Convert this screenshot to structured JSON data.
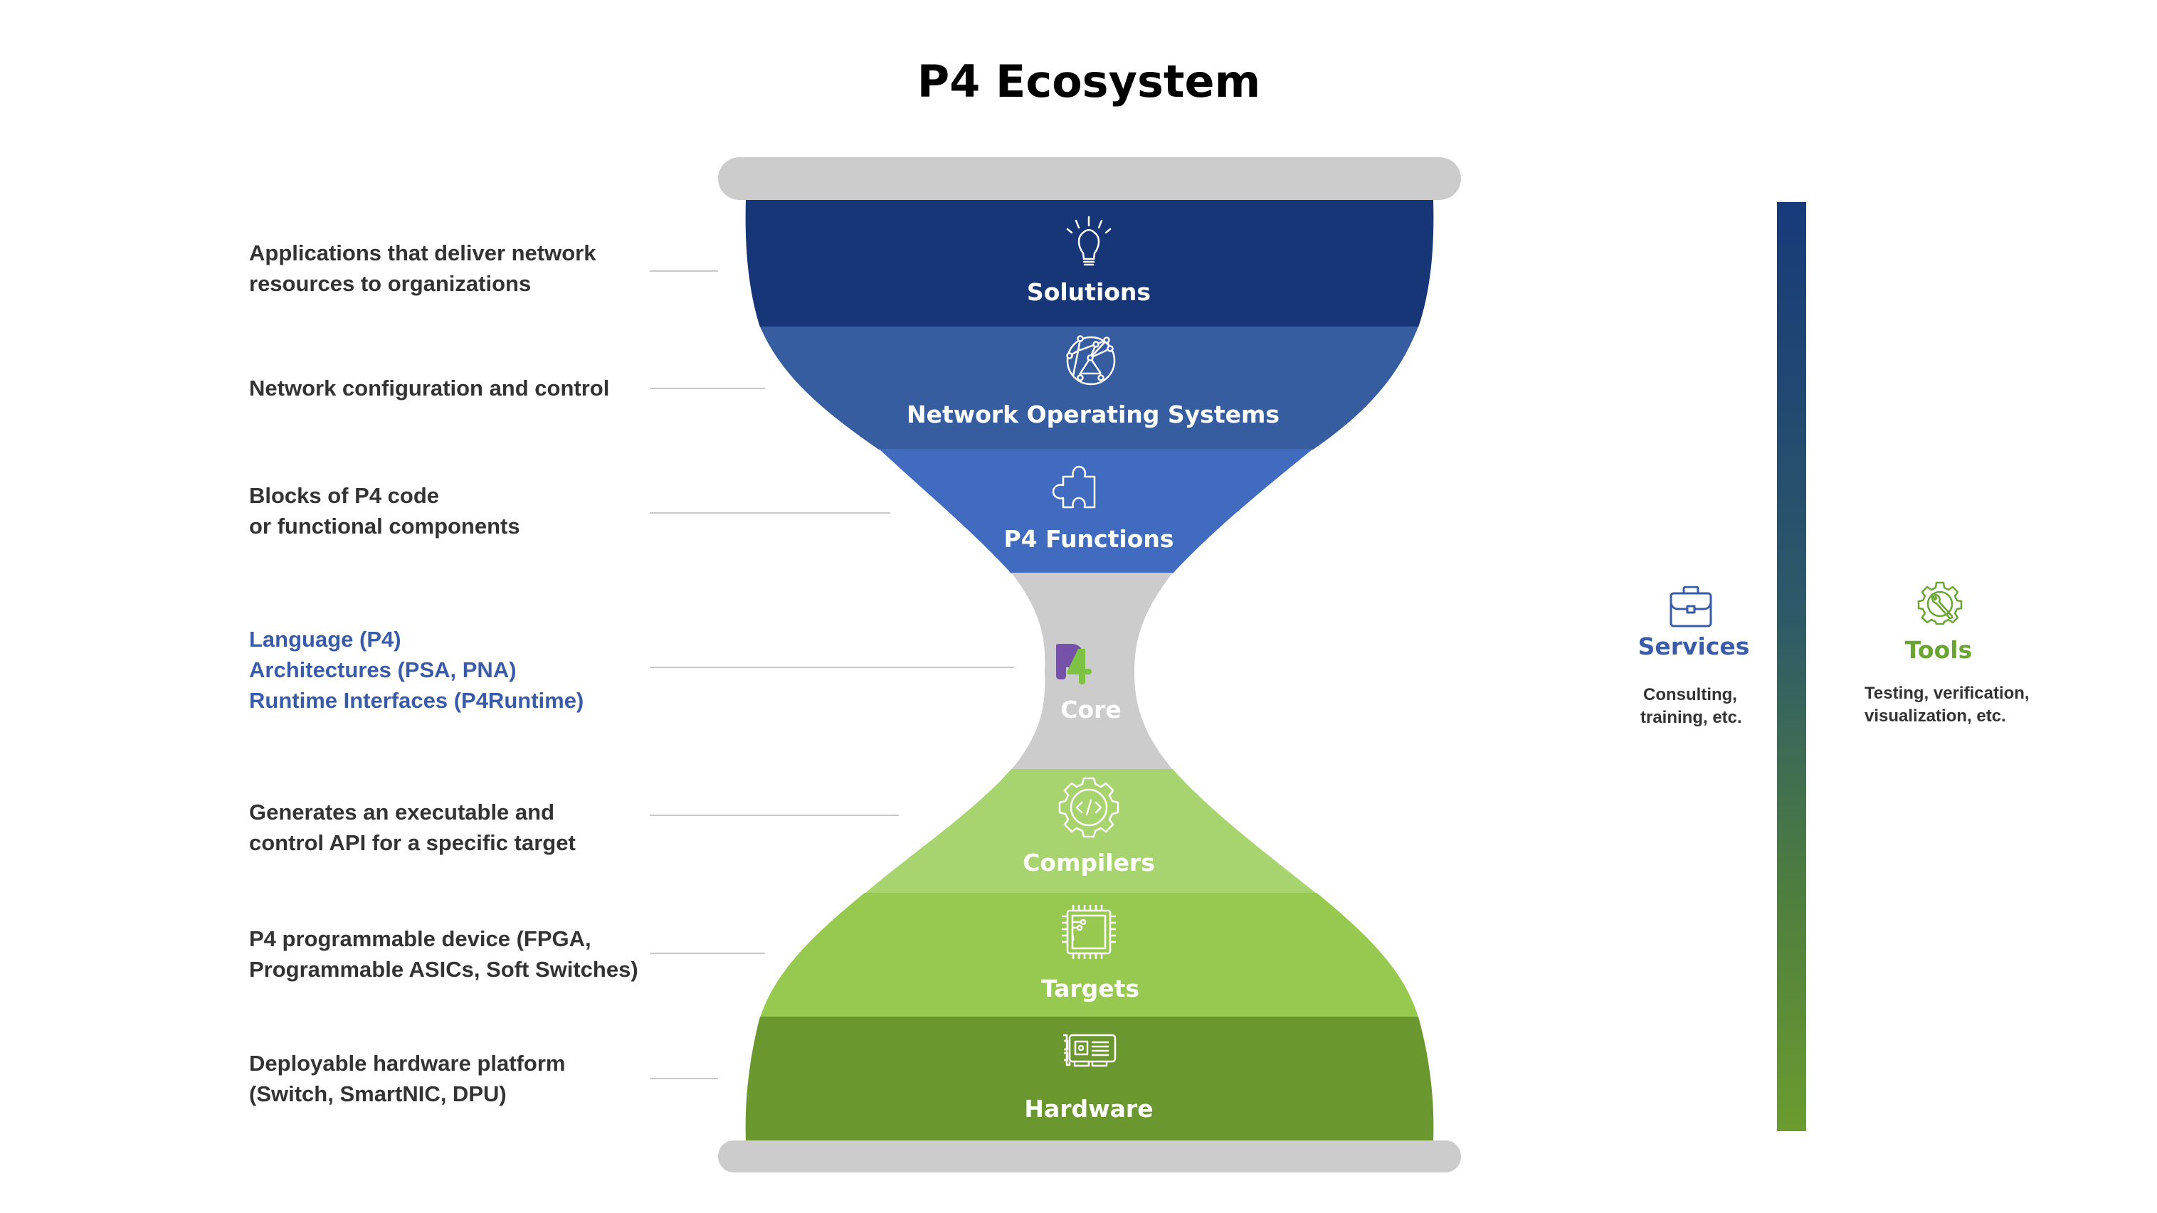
{
  "title": "P4 Ecosystem",
  "colors": {
    "cap": "#cccccc",
    "solutions": "#163677",
    "nos": "#375da1",
    "p4_functions": "#416bbf",
    "core": "#cccccc",
    "compilers": "#a8d46f",
    "targets": "#97c950",
    "hardware": "#6b982e",
    "services_accent": "#3a5ca8",
    "tools_accent": "#6aa533",
    "p4_logo_p": "#7552a8",
    "p4_logo_4": "#7dc242",
    "bar_top": "#173a7a",
    "bar_bottom": "#6a9c2f"
  },
  "layers": [
    {
      "id": "solutions",
      "label": "Solutions",
      "icon": "lightbulb-icon",
      "description": [
        "Applications that deliver network",
        "resources to organizations"
      ]
    },
    {
      "id": "nos",
      "label": "Network Operating Systems",
      "icon": "network-globe-icon",
      "description": [
        "Network configuration and control"
      ]
    },
    {
      "id": "p4_functions",
      "label": "P4 Functions",
      "icon": "puzzle-piece-icon",
      "description": [
        "Blocks of P4 code",
        "or functional components"
      ]
    },
    {
      "id": "core",
      "label": "Core",
      "icon": "p4-logo-icon",
      "logo_text_p": "P",
      "logo_text_4": "4",
      "description": [
        "Language (P4)",
        "Architectures (PSA, PNA)",
        "Runtime Interfaces (P4Runtime)"
      ]
    },
    {
      "id": "compilers",
      "label": "Compilers",
      "icon": "gear-code-icon",
      "description": [
        "Generates an executable and",
        "control API for a specific target"
      ]
    },
    {
      "id": "targets",
      "label": "Targets",
      "icon": "chip-icon",
      "description": [
        "P4 programmable  device (FPGA,",
        "Programmable ASICs, Soft Switches)"
      ]
    },
    {
      "id": "hardware",
      "label": "Hardware",
      "icon": "network-card-icon",
      "description": [
        "Deployable hardware platform",
        "(Switch, SmartNIC, DPU)"
      ]
    }
  ],
  "side": {
    "services": {
      "title": "Services",
      "icon": "briefcase-icon",
      "description": [
        "Consulting,",
        "training, etc."
      ]
    },
    "tools": {
      "title": "Tools",
      "icon": "gear-wrench-icon",
      "description": [
        "Testing, verification,",
        "visualization, etc."
      ]
    }
  }
}
